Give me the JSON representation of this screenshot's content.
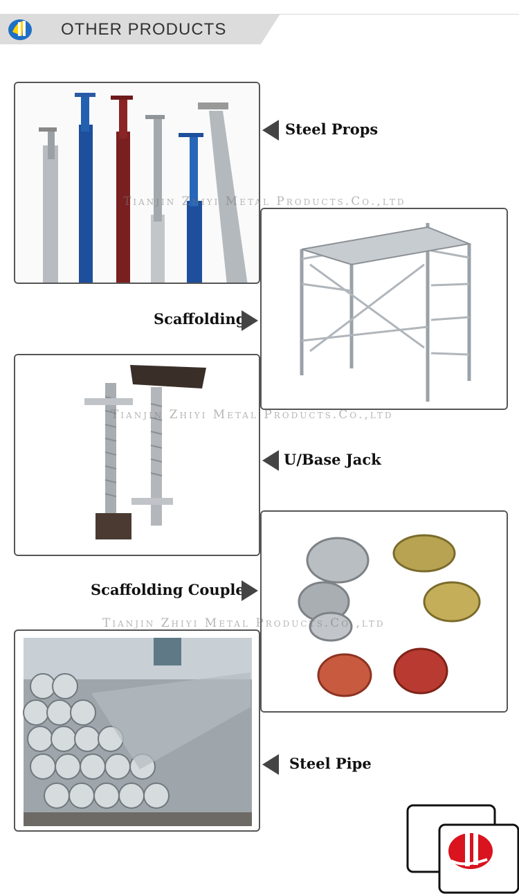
{
  "header": {
    "title": "OTHER  PRODUCTS",
    "logo_icon": "company-logo-icon"
  },
  "watermark": "Tianjin Zhiyi Metal Products.Co.,ltd",
  "products": [
    {
      "label": "Steel Props"
    },
    {
      "label": "Scaffolding"
    },
    {
      "label": "U/Base Jack"
    },
    {
      "label": "Scaffolding Coupler"
    },
    {
      "label": "Steel Pipe"
    }
  ],
  "colors": {
    "arrow": "#444444",
    "frame": "#555555",
    "brand_red": "#d9141f",
    "brand_blue": "#1f6fc4"
  }
}
